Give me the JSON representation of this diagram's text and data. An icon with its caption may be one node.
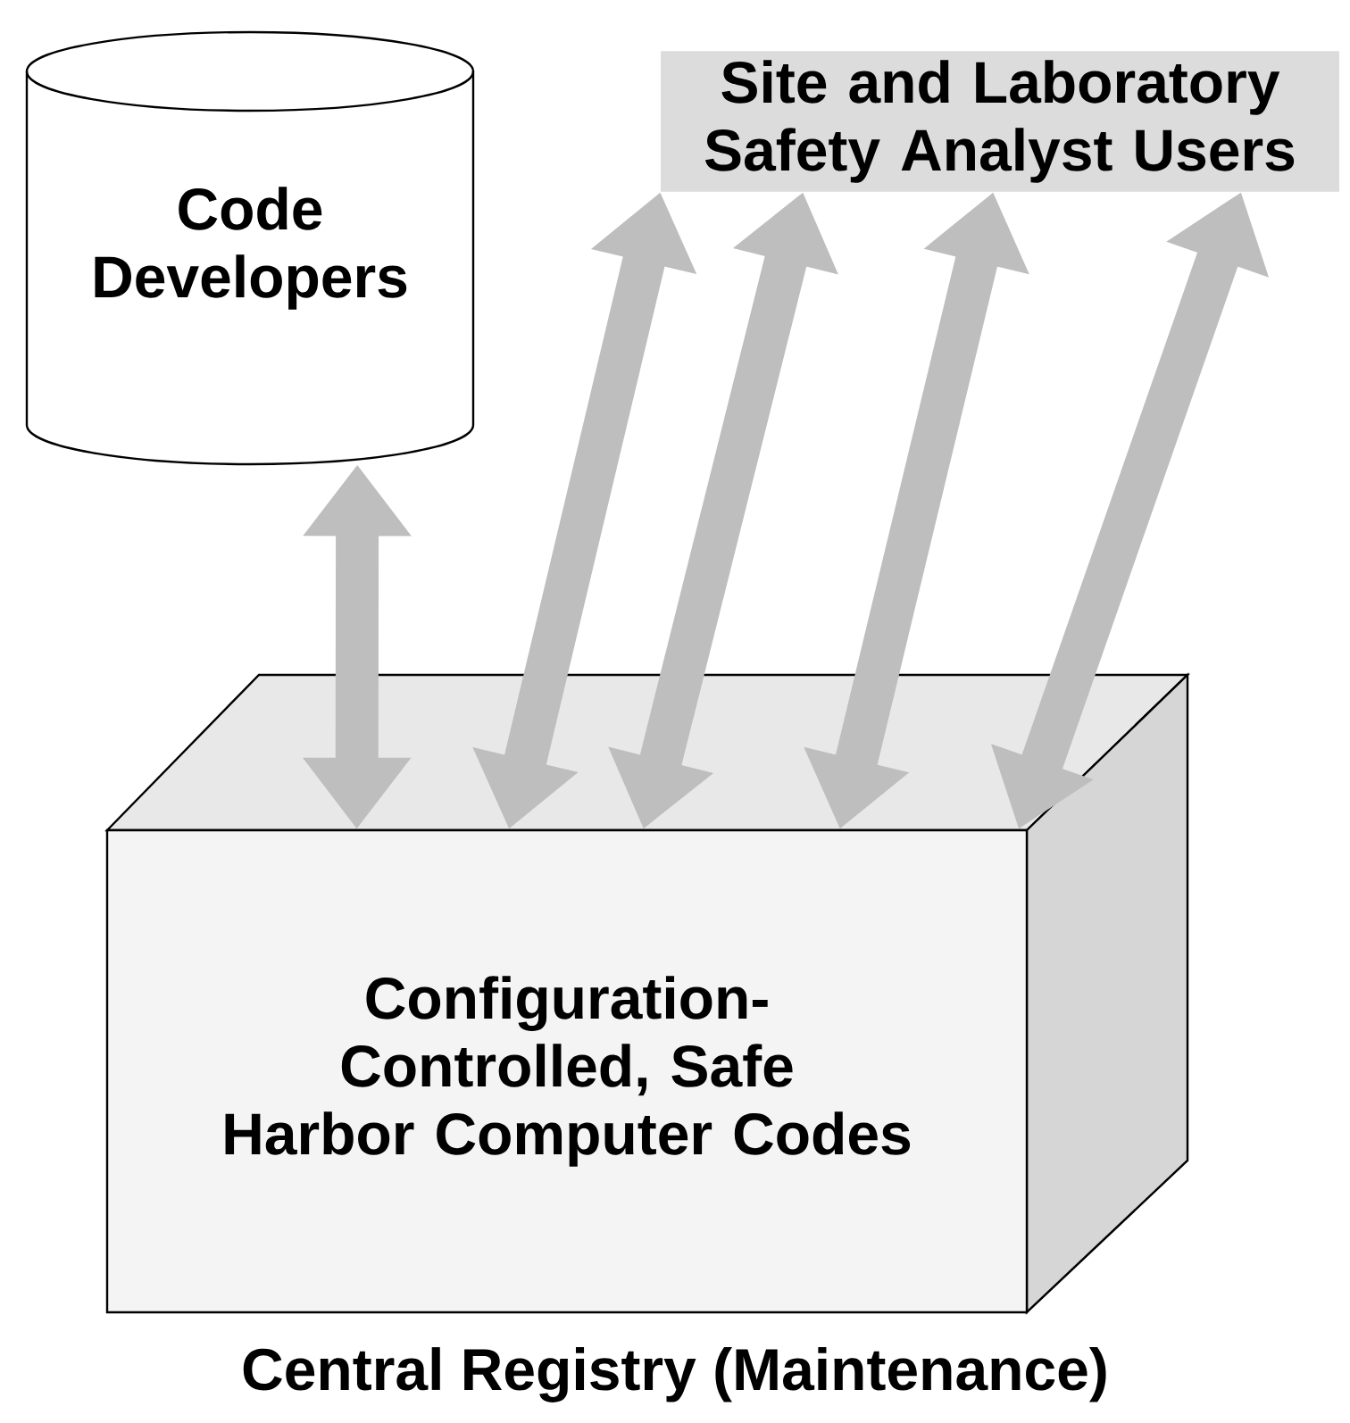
{
  "diagram": {
    "nodes": [
      {
        "text": [
          "Code Developers"
        ]
      },
      {
        "text": [
          "Site and Laboratory Safety Analyst Users"
        ]
      },
      {
        "text": [
          "Configuration-Controlled, Safe Harbor Computer Codes"
        ],
        "beside": [
          "Central Registry (Maintenance)"
        ]
      }
    ],
    "edges": [
      {
        "from": 0,
        "to": 2,
        "arrow": "both"
      },
      {
        "from": 1,
        "to": 2,
        "arrow": "both"
      },
      {
        "from": 1,
        "to": 2,
        "arrow": "both"
      },
      {
        "from": 1,
        "to": 2,
        "arrow": "both"
      },
      {
        "from": 1,
        "to": 2,
        "arrow": "both"
      }
    ]
  }
}
